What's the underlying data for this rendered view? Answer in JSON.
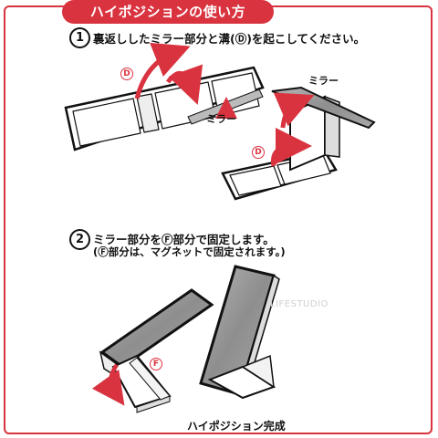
{
  "header": {
    "title": "ハイポジションの使い方"
  },
  "step1": {
    "number": "1",
    "text": "裏返ししたミラー部分と溝(Ⓓ)を起こしてください。",
    "label_mirror_a": "ミラー",
    "label_mirror_b": "ミラー",
    "mark_d1": "D",
    "mark_d2": "D"
  },
  "step2": {
    "number": "2",
    "text": "ミラー部分をⒻ部分で固定します。",
    "subtext": "(Ⓕ部分は、マグネットで固定されます。)",
    "mark_f": "F",
    "caption": "ハイポジション完成"
  },
  "watermark": "LIFESTUDIO",
  "colors": {
    "accent": "#d9333f",
    "mirror": "#9a9a9a",
    "outline": "#111111"
  }
}
